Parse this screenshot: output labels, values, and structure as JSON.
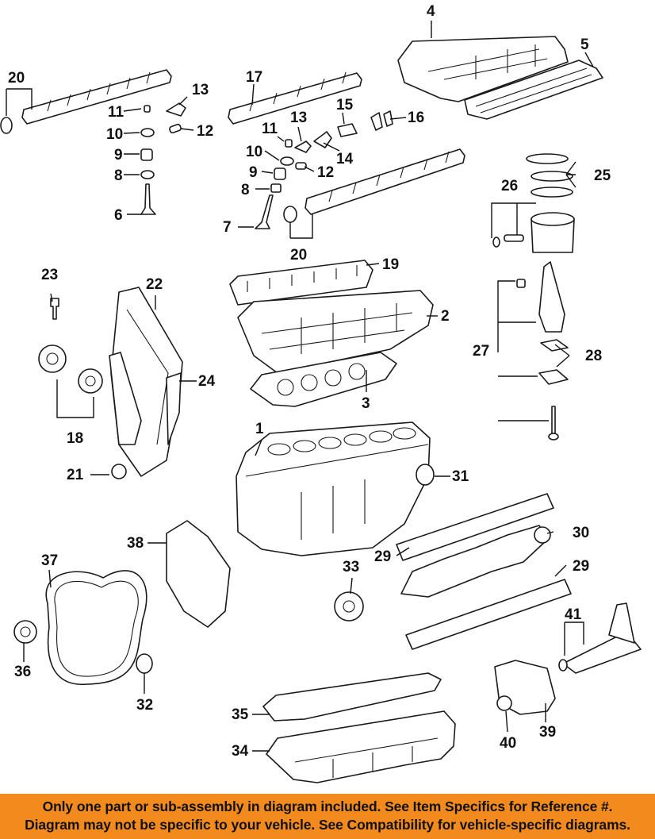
{
  "diagram": {
    "callouts": [
      {
        "id": "c1",
        "text": "1"
      },
      {
        "id": "c2",
        "text": "2"
      },
      {
        "id": "c3",
        "text": "3"
      },
      {
        "id": "c4",
        "text": "4"
      },
      {
        "id": "c5",
        "text": "5"
      },
      {
        "id": "c6",
        "text": "6"
      },
      {
        "id": "c7",
        "text": "7"
      },
      {
        "id": "c8a",
        "text": "8"
      },
      {
        "id": "c8b",
        "text": "8"
      },
      {
        "id": "c9a",
        "text": "9"
      },
      {
        "id": "c9b",
        "text": "9"
      },
      {
        "id": "c10a",
        "text": "10"
      },
      {
        "id": "c10b",
        "text": "10"
      },
      {
        "id": "c11a",
        "text": "11"
      },
      {
        "id": "c11b",
        "text": "11"
      },
      {
        "id": "c12a",
        "text": "12"
      },
      {
        "id": "c12b",
        "text": "12"
      },
      {
        "id": "c13a",
        "text": "13"
      },
      {
        "id": "c13b",
        "text": "13"
      },
      {
        "id": "c14",
        "text": "14"
      },
      {
        "id": "c15",
        "text": "15"
      },
      {
        "id": "c16",
        "text": "16"
      },
      {
        "id": "c17",
        "text": "17"
      },
      {
        "id": "c18",
        "text": "18"
      },
      {
        "id": "c19",
        "text": "19"
      },
      {
        "id": "c20a",
        "text": "20"
      },
      {
        "id": "c20b",
        "text": "20"
      },
      {
        "id": "c21",
        "text": "21"
      },
      {
        "id": "c22",
        "text": "22"
      },
      {
        "id": "c23",
        "text": "23"
      },
      {
        "id": "c24",
        "text": "24"
      },
      {
        "id": "c25",
        "text": "25"
      },
      {
        "id": "c26",
        "text": "26"
      },
      {
        "id": "c27",
        "text": "27"
      },
      {
        "id": "c28",
        "text": "28"
      },
      {
        "id": "c29a",
        "text": "29"
      },
      {
        "id": "c29b",
        "text": "29"
      },
      {
        "id": "c30",
        "text": "30"
      },
      {
        "id": "c31",
        "text": "31"
      },
      {
        "id": "c32",
        "text": "32"
      },
      {
        "id": "c33",
        "text": "33"
      },
      {
        "id": "c34",
        "text": "34"
      },
      {
        "id": "c35",
        "text": "35"
      },
      {
        "id": "c36",
        "text": "36"
      },
      {
        "id": "c37",
        "text": "37"
      },
      {
        "id": "c38",
        "text": "38"
      },
      {
        "id": "c39",
        "text": "39"
      },
      {
        "id": "c40",
        "text": "40"
      },
      {
        "id": "c41",
        "text": "41"
      }
    ]
  },
  "banner": {
    "line1": "Only one part or sub-assembly in diagram included. See Item Specifics for Reference #.",
    "line2": "Diagram may not be specific to your vehicle. See Compatibility for vehicle-specific diagrams.",
    "color": "#f28a1e"
  }
}
